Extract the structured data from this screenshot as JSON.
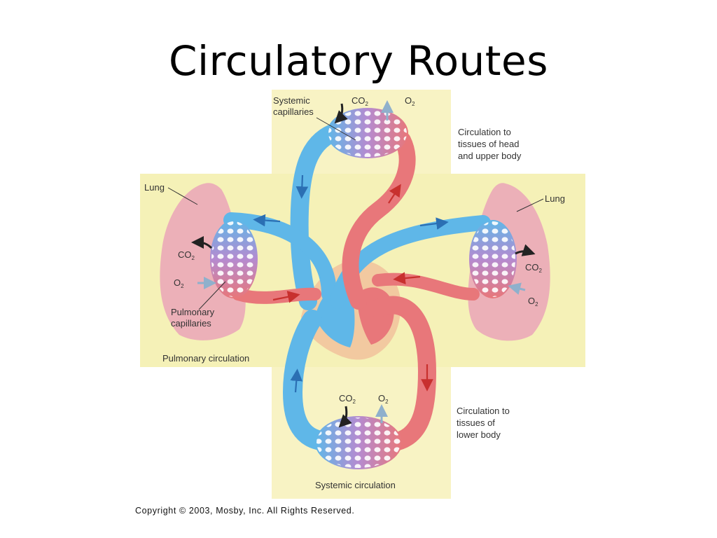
{
  "slide": {
    "title": "Circulatory Routes"
  },
  "diagram": {
    "labels": {
      "systemic_capillaries": [
        "Systemic",
        "capillaries"
      ],
      "co2": "CO",
      "o2": "O",
      "sub_2": "2",
      "head_circulation": [
        "Circulation to",
        "tissues of head",
        "and upper body"
      ],
      "lung_left": "Lung",
      "lung_right": "Lung",
      "pulmonary_capillaries": [
        "Pulmonary",
        "capillaries"
      ],
      "pulmonary_circulation": "Pulmonary circulation",
      "lower_circulation": [
        "Circulation to",
        "tissues of",
        "lower body"
      ],
      "systemic_circulation": "Systemic circulation"
    },
    "colors": {
      "panel": "#f8f3c4",
      "panel_band": "#f3efad",
      "oxygenated": "#e8777a",
      "deoxygenated": "#5fb7e8",
      "capillary_mix": "#b58bd0",
      "lung": "#ecb0b8",
      "heart": "#f2c9a0",
      "arrow_dark": "#2b6fb3",
      "arrow_red": "#c8302e"
    }
  },
  "footer": {
    "copyright": "Copyright © 2003, Mosby, Inc. All Rights Reserved."
  }
}
